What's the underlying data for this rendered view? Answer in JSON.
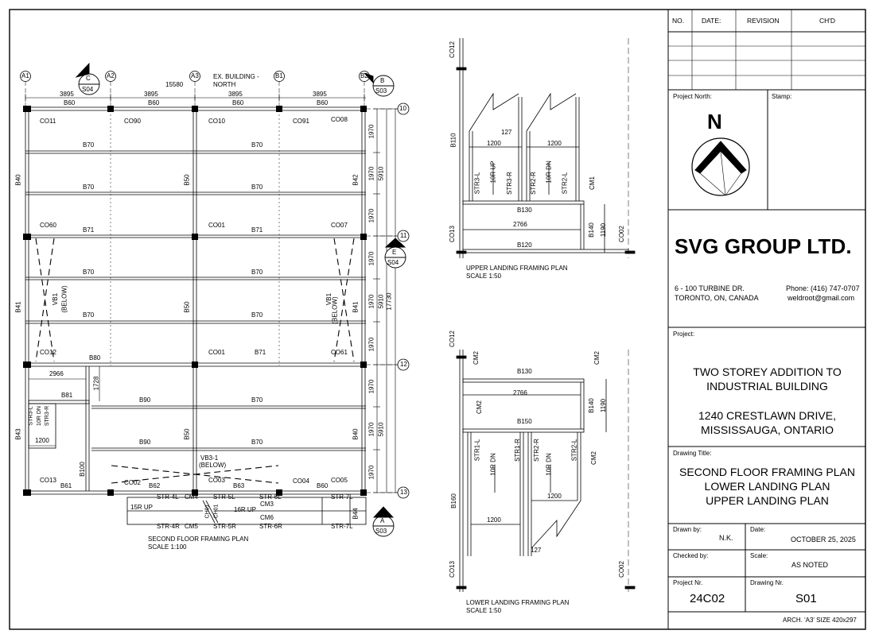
{
  "title_block": {
    "rev_headers": [
      "NO.",
      "DATE:",
      "REVISION",
      "CH'D"
    ],
    "project_north_label": "Project North:",
    "north_letter": "N",
    "stamp_label": "Stamp:",
    "company_name": "SVG GROUP LTD.",
    "address_line1": "6 - 100 TURBINE DR.",
    "address_line2": "TORONTO, ON, CANADA",
    "phone": "Phone: (416) 747-0707",
    "email": "weldroot@gmail.com",
    "project_label": "Project:",
    "project_line1": "TWO STOREY ADDITION TO",
    "project_line2": "INDUSTRIAL BUILDING",
    "project_line3": "1240 CRESTLAWN DRIVE,",
    "project_line4": "MISSISSAUGA, ONTARIO",
    "drawing_title_label": "Drawing Title:",
    "drawing_title_line1": "SECOND FLOOR FRAMING PLAN",
    "drawing_title_line2": "LOWER LANDING PLAN",
    "drawing_title_line3": "UPPER LANDING PLAN",
    "drawn_by_label": "Drawn by:",
    "drawn_by": "N.K.",
    "date_label": "Date:",
    "date": "OCTOBER 25, 2025",
    "checked_by_label": "Checked by:",
    "scale_label": "Scale:",
    "scale": "AS NOTED",
    "project_nr_label": "Project Nr.",
    "project_nr": "24C02",
    "drawing_nr_label": "Drawing Nr.",
    "drawing_nr": "S01",
    "sheet_size": "ARCH. 'A3' SIZE 420x297"
  },
  "plan": {
    "grid_bubbles": [
      "A1",
      "A2",
      "A3",
      "B1",
      "B2",
      "10",
      "11",
      "12",
      "13"
    ],
    "top_dims": [
      "3895",
      "3895",
      "3895",
      "3895"
    ],
    "overall_dim": "15580",
    "ex_building_1": "EX. BUILDING -",
    "ex_building_2": "NORTH",
    "section_markers": [
      {
        "letter": "C",
        "sheet": "S04"
      },
      {
        "letter": "B",
        "sheet": "S03"
      },
      {
        "letter": "E",
        "sheet": "S04"
      },
      {
        "letter": "A",
        "sheet": "S03"
      }
    ],
    "right_dims": [
      "1970",
      "1970",
      "1970",
      "1970",
      "1970",
      "1970",
      "1970",
      "1970",
      "1970"
    ],
    "right_dims_mid": [
      "5910",
      "5910",
      "5910"
    ],
    "right_dim_total": "17730",
    "beams_top_row": [
      "B60",
      "B60",
      "B60",
      "B60"
    ],
    "beams_b70": [
      "B70",
      "B70",
      "B70",
      "B70",
      "B70",
      "B70",
      "B70",
      "B70",
      "B70",
      "B70"
    ],
    "beams_b71": [
      "B71",
      "B71",
      "B71"
    ],
    "vertical_beams": [
      "B40",
      "B50",
      "B42",
      "B41",
      "B50",
      "B41",
      "B43",
      "B50",
      "B40",
      "B100",
      "B44"
    ],
    "columns": [
      "CO11",
      "CO90",
      "CO10",
      "CO91",
      "CO08",
      "CO60",
      "CO01",
      "CO07",
      "CO12",
      "CO01",
      "CO61",
      "CO13",
      "CO02",
      "CO03",
      "CO04",
      "CO05"
    ],
    "beams_misc": [
      "B80",
      "B81",
      "B90",
      "B90",
      "B61",
      "B62",
      "B63",
      "B60"
    ],
    "vb_labels": [
      "VB1",
      "(BELOW)",
      "VB1",
      "(BELOW)",
      "VB3-1",
      "(BELOW)"
    ],
    "stair_labels": [
      "STR3-L",
      "10R DN",
      "STR3-R",
      "STR-4L",
      "CM4",
      "STR-5L",
      "STR-6L",
      "STR-7L",
      "STR-4R",
      "CM5",
      "STR-5R",
      "STR-6R",
      "STR-7L",
      "CH01",
      "CH01",
      "CM3",
      "CM6",
      "15R UP",
      "16R UP"
    ],
    "small_dims": [
      "2966",
      "1728",
      "1200"
    ],
    "caption": "SECOND FLOOR FRAMING PLAN",
    "scale": "SCALE 1:100"
  },
  "upper_landing": {
    "labels": [
      "CO12",
      "B110",
      "127",
      "1200",
      "1200",
      "STR3-L",
      "10R UP",
      "STR3-R",
      "STR2-R",
      "10R DN",
      "STR2-L",
      "CM1",
      "B130",
      "CO13",
      "2766",
      "B140",
      "1190",
      "CO02",
      "B120"
    ],
    "caption": "UPPER LANDING FRAMING PLAN",
    "scale": "SCALE 1:50"
  },
  "lower_landing": {
    "labels": [
      "CO12",
      "CM2",
      "B130",
      "CM2",
      "2766",
      "CM2",
      "B140",
      "1190",
      "B150",
      "STR1-L",
      "10R DN",
      "STR1-R",
      "STR2-R",
      "10R DN",
      "STR2-L",
      "CM2",
      "B160",
      "1200",
      "1200",
      "127",
      "CO13",
      "CO02"
    ],
    "caption": "LOWER LANDING FRAMING PLAN",
    "scale": "SCALE 1:50"
  }
}
